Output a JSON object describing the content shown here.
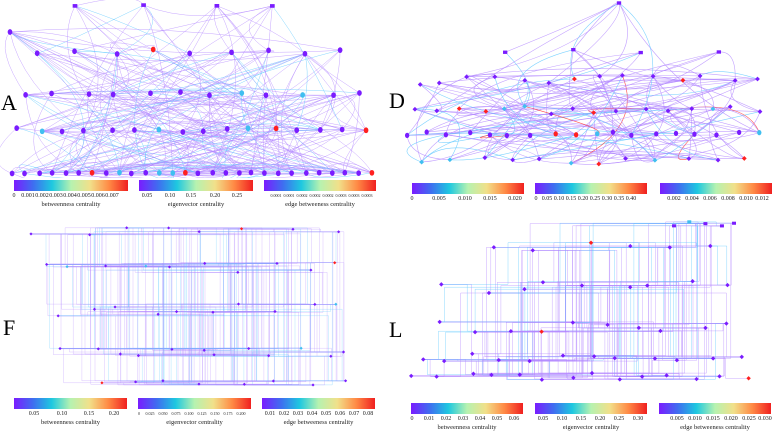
{
  "colors": {
    "edge_purple": "#b388ff",
    "edge_cyan": "#5ec8ff",
    "edge_red": "#ff2020",
    "node_purple": "#7a1cff",
    "node_red": "#ff2020",
    "gradient": [
      "#7a1cff",
      "#3f6df0",
      "#1ec8e0",
      "#b6f2b0",
      "#f1e08a",
      "#ff8a45",
      "#f02020"
    ]
  },
  "panels": [
    {
      "letter": "A",
      "colorbars": [
        {
          "label": "betweenness centrality",
          "ticks": [
            "0",
            "0.001",
            "0.002",
            "0.003",
            "0.004",
            "0.005",
            "0.006",
            "0.007"
          ]
        },
        {
          "label": "eigenvector centrality",
          "ticks": [
            "0.05",
            "0.10",
            "0.15",
            "0.20",
            "0.25"
          ]
        },
        {
          "label": "edge betweeness centrality",
          "ticks": [
            "0.0001",
            "0.0001",
            "0.0002",
            "0.0002",
            "0.0002",
            "0.0003",
            "0.0003",
            "0.0003"
          ]
        }
      ]
    },
    {
      "letter": "D",
      "colorbars": [
        {
          "label": "",
          "ticks": [
            "0",
            "0.005",
            "0.010",
            "0.015",
            "0.020"
          ]
        },
        {
          "label": "",
          "ticks": [
            "0",
            "0.05",
            "0.10",
            "0.15",
            "0.20",
            "0.25",
            "0.30",
            "0.35",
            "0.40"
          ]
        },
        {
          "label": "",
          "ticks": [
            "0.002",
            "0.004",
            "0.006",
            "0.008",
            "0.010",
            "0.012"
          ]
        }
      ]
    },
    {
      "letter": "F",
      "colorbars": [
        {
          "label": "betweenness centrality",
          "ticks": [
            "0.05",
            "0.10",
            "0.15",
            "0.20"
          ]
        },
        {
          "label": "eigenvector centrality",
          "ticks": [
            "0",
            "0.025",
            "0.050",
            "0.075",
            "0.100",
            "0.125",
            "0.150",
            "0.175",
            "0.200"
          ]
        },
        {
          "label": "edge betweeness centrality",
          "ticks": [
            "0.01",
            "0.02",
            "0.03",
            "0.04",
            "0.05",
            "0.06",
            "0.07",
            "0.08"
          ]
        }
      ]
    },
    {
      "letter": "L",
      "colorbars": [
        {
          "label": "betweenness centrality",
          "ticks": [
            "0",
            "0.01",
            "0.02",
            "0.03",
            "0.04",
            "0.05",
            "0.06"
          ]
        },
        {
          "label": "eigenvector centrality",
          "ticks": [
            "0.05",
            "0.10",
            "0.15",
            "0.20",
            "0.25",
            "0.30"
          ]
        },
        {
          "label": "edge betweeness centrality",
          "ticks": [
            "0.005",
            "0.010",
            "0.015",
            "0.020",
            "0.025",
            "0.030"
          ]
        }
      ]
    }
  ]
}
